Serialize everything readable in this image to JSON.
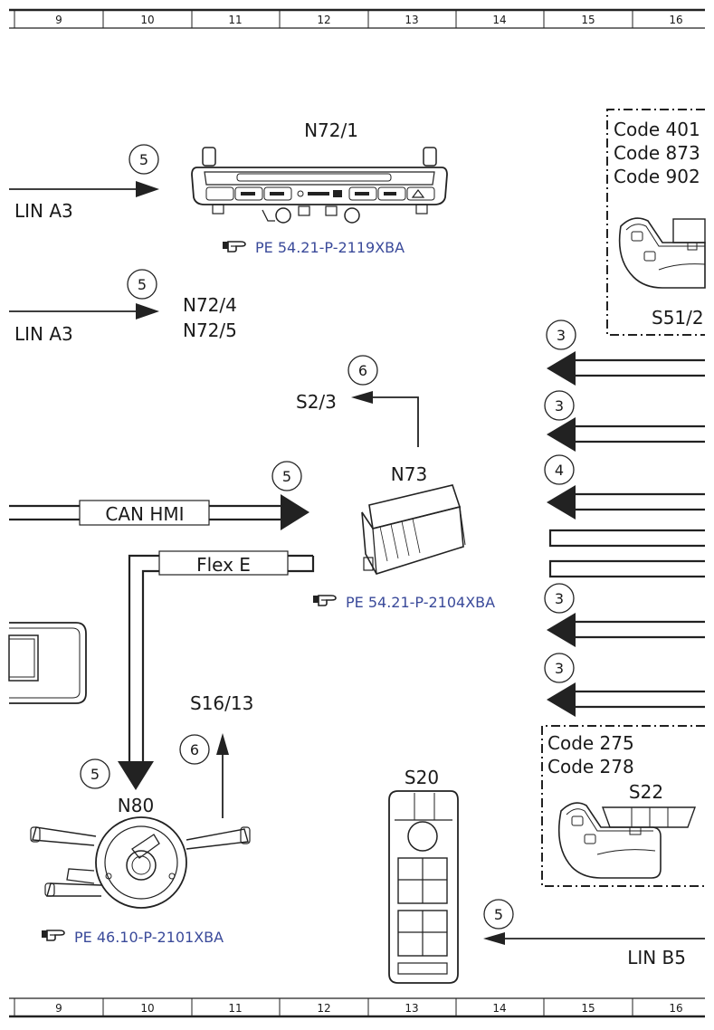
{
  "grid_columns": [
    "9",
    "10",
    "11",
    "12",
    "13",
    "14",
    "15",
    "16"
  ],
  "components": {
    "n72_1": "N72/1",
    "n72_4": "N72/4",
    "n72_5": "N72/5",
    "n73": "N73",
    "n80": "N80",
    "s2_3": "S2/3",
    "s16_13": "S16/13",
    "s20": "S20",
    "s22": "S22",
    "s51_2": "S51/2"
  },
  "buses": {
    "lin_a3_top": "LIN A3",
    "lin_a3_mid": "LIN A3",
    "can_hmi": "CAN HMI",
    "flex_e": "Flex E",
    "lin_b5": "LIN B5"
  },
  "references": {
    "ref_n72_1": "PE 54.21-P-2119XBA",
    "ref_n73": "PE 54.21-P-2104XBA",
    "ref_n80": "PE 46.10-P-2101XBA"
  },
  "codes_right_top": [
    "Code 401",
    "Code 873",
    "Code 902"
  ],
  "codes_right_bottom": [
    "Code 275",
    "Code 278"
  ],
  "circle_numbers": {
    "c1": "5",
    "c2": "5",
    "c3": "6",
    "c4": "5",
    "c5": "5",
    "c6": "6",
    "c7": "5",
    "r1": "3",
    "r2": "3",
    "r3": "4",
    "r4": "3",
    "r5": "3"
  },
  "icons": {
    "reference": "pointing-hand-icon"
  }
}
